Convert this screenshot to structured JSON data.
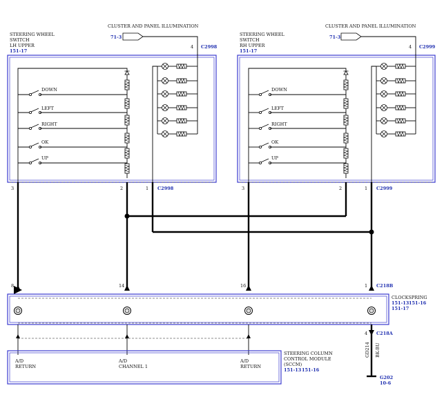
{
  "left_switch": {
    "title1": "STEERING WHEEL",
    "title2": "SWITCH",
    "title3": "LH UPPER",
    "ref": "151-17",
    "connector": "C2998",
    "top_pin": "4",
    "bottom_connector": "C2998",
    "pins": [
      "3",
      "2",
      "1"
    ]
  },
  "right_switch": {
    "title1": "STEERING WHEEL",
    "title2": "SWITCH",
    "title3": "RH UPPER",
    "ref": "151-17",
    "connector": "C2999",
    "top_pin": "4",
    "bottom_connector": "C2999",
    "pins": [
      "3",
      "2",
      "1"
    ]
  },
  "illumination": {
    "label": "CLUSTER AND PANEL ILLUMINATION",
    "ref": "71-3"
  },
  "buttons": [
    "DOWN",
    "LEFT",
    "RIGHT",
    "OK",
    "UP"
  ],
  "clockspring": {
    "title": "CLOCKSPRING",
    "refs": [
      "151-13",
      "151-16",
      "151-17"
    ],
    "connector_top": "C218B",
    "pins_top": [
      "8",
      "14",
      "16",
      "1"
    ],
    "connector_bottom": "C218A",
    "pin_bottom": "4"
  },
  "wire": {
    "circuit": "GD214",
    "color": "BK-BU"
  },
  "ground": {
    "label": "G202",
    "ref": "10-6"
  },
  "sccm": {
    "title1": "STEERING COLUMN",
    "title2": "CONTROL MODULE",
    "title3": "(SCCM)",
    "refs": [
      "151-13",
      "151-16"
    ],
    "inputs": [
      {
        "line1": "A/D",
        "line2": "RETURN"
      },
      {
        "line1": "A/D",
        "line2": "CHANNEL 1"
      },
      {
        "line1": "A/D",
        "line2": "RETURN"
      }
    ]
  }
}
